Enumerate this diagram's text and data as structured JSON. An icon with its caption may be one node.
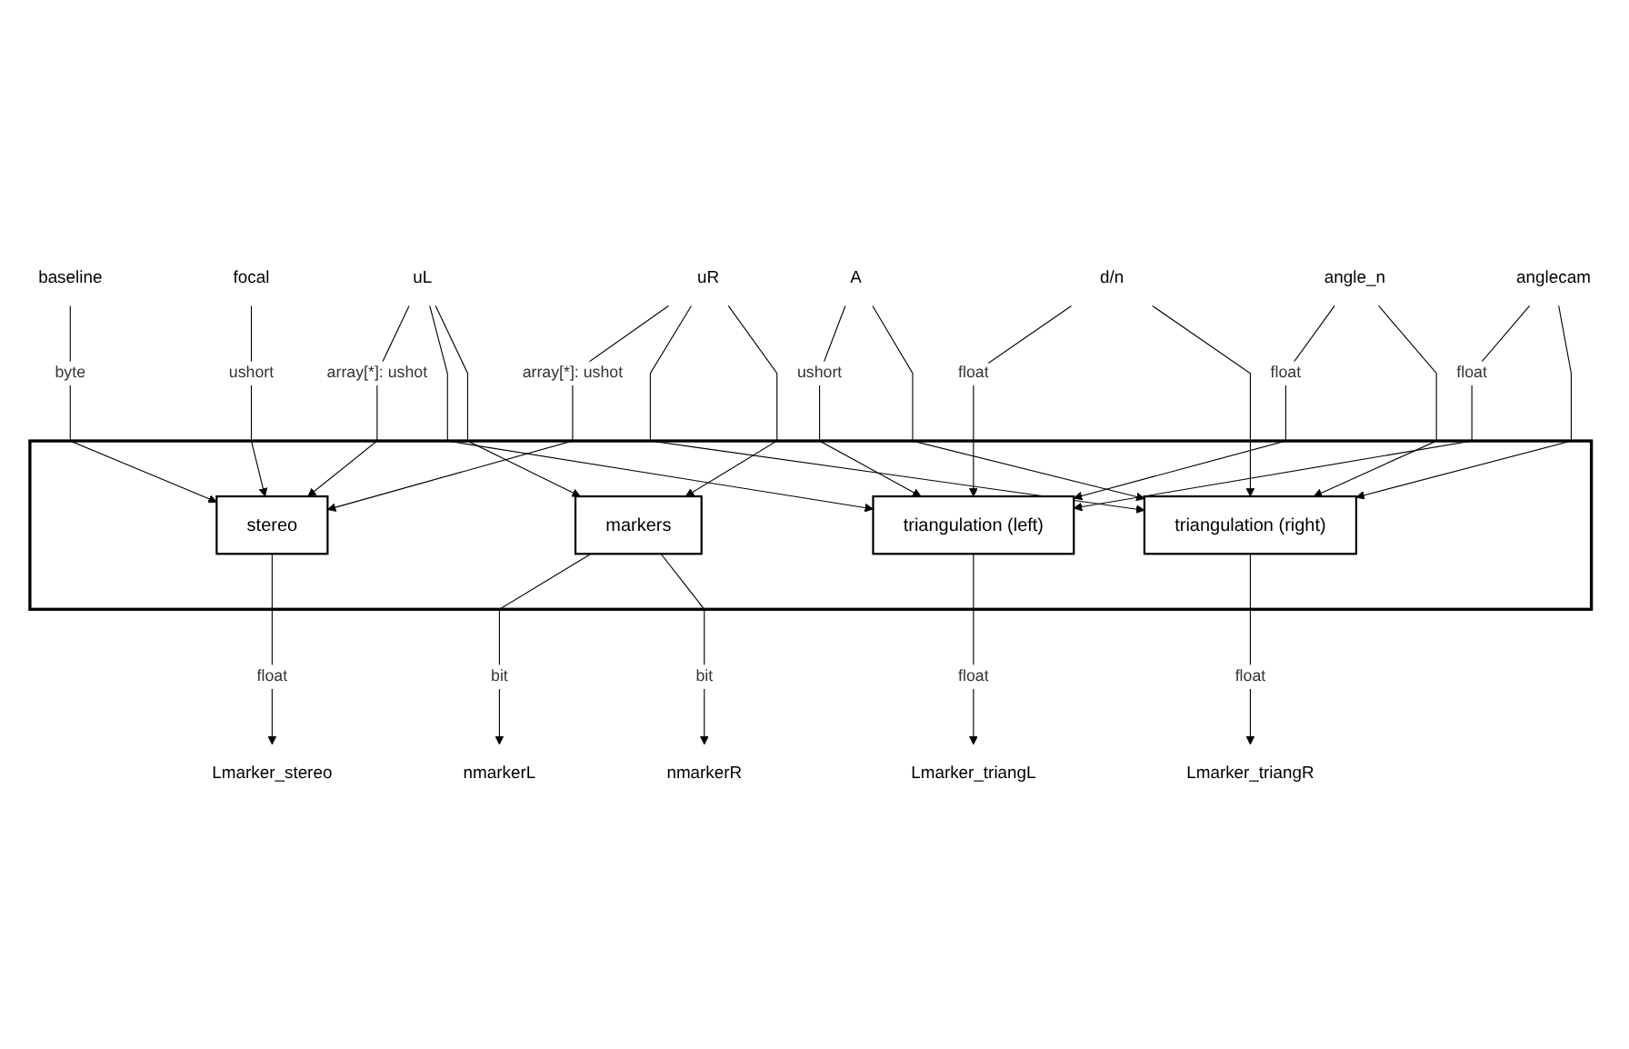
{
  "diagram": {
    "nodes": [
      {
        "text": [
          "baseline"
        ]
      },
      {
        "text": [
          "focal"
        ]
      },
      {
        "text": [
          "uL"
        ]
      },
      {
        "text": [
          "uR"
        ]
      },
      {
        "text": [
          "A"
        ]
      },
      {
        "text": [
          "d/n"
        ]
      },
      {
        "text": [
          "angle_n"
        ]
      },
      {
        "text": [
          "anglecam"
        ]
      },
      {
        "text": [],
        "shape": "box"
      },
      {
        "text": [
          "stereo"
        ],
        "in": 8
      },
      {
        "text": [
          "triangulation (left)"
        ],
        "in": 8
      },
      {
        "text": [
          "triangulation (right)"
        ],
        "in": 8
      },
      {
        "text": [
          "markers"
        ],
        "in": 8
      },
      {
        "text": [
          "Lmarker_stereo"
        ]
      },
      {
        "text": [
          "Lmarker_triangL"
        ]
      },
      {
        "text": [
          "Lmarker_triangR"
        ]
      },
      {
        "text": [
          "nmarkerL"
        ]
      },
      {
        "text": [
          "nmarkerR"
        ]
      }
    ],
    "edges": [
      {
        "from": 0,
        "to": 9,
        "arrow": "to",
        "label": "byte"
      },
      {
        "from": 1,
        "to": 9,
        "arrow": "to",
        "label": "ushort"
      },
      {
        "from": 2,
        "to": 9,
        "arrow": "to",
        "label": "array[*]: ushot"
      },
      {
        "from": 3,
        "to": 9,
        "arrow": "to",
        "label": "array[*]: ushot"
      },
      {
        "from": 2,
        "to": 10,
        "arrow": "to"
      },
      {
        "from": 4,
        "to": 10,
        "arrow": "to",
        "label": "ushort"
      },
      {
        "from": 5,
        "to": 10,
        "arrow": "to",
        "label": "float"
      },
      {
        "from": 6,
        "to": 10,
        "arrow": "to",
        "label": "float"
      },
      {
        "from": 7,
        "to": 10,
        "arrow": "to",
        "label": "float"
      },
      {
        "from": 7,
        "to": 11,
        "arrow": "to"
      },
      {
        "from": 6,
        "to": 11,
        "arrow": "to"
      },
      {
        "from": 5,
        "to": 11,
        "arrow": "to"
      },
      {
        "from": 4,
        "to": 11,
        "arrow": "to"
      },
      {
        "from": 3,
        "to": 11,
        "arrow": "to"
      },
      {
        "from": 2,
        "to": 12,
        "arrow": "to"
      },
      {
        "from": 3,
        "to": 12,
        "arrow": "to"
      },
      {
        "from": 9,
        "to": 13,
        "arrow": "to",
        "label": "float"
      },
      {
        "from": 10,
        "to": 14,
        "arrow": "to",
        "label": "float"
      },
      {
        "from": 11,
        "to": 15,
        "arrow": "to",
        "label": "float"
      },
      {
        "from": 12,
        "to": 16,
        "arrow": "to",
        "label": "bit"
      },
      {
        "from": 12,
        "to": 17,
        "arrow": "to",
        "label": "bit"
      }
    ]
  }
}
